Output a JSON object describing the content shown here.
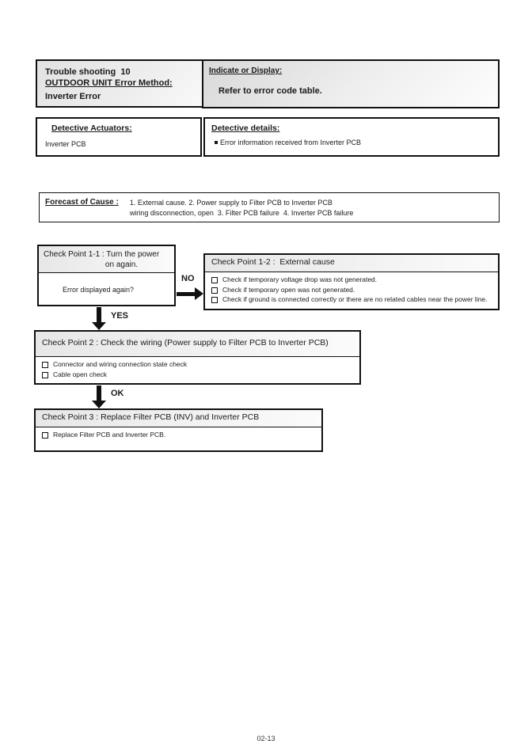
{
  "header": {
    "title_box": {
      "line1": "Trouble shooting  10",
      "line2": "OUTDOOR UNIT Error Method:",
      "line3": "Inverter Error"
    },
    "indicate_box": {
      "label": "Indicate or Display:",
      "text": "Refer to error code table."
    },
    "actuators_box": {
      "label": "Detective Actuators:",
      "value": "Inverter PCB"
    },
    "details_box": {
      "label": "Detective details:",
      "item": "Error information received from Inverter PCB"
    }
  },
  "forecast": {
    "label": "Forecast of Cause :",
    "line1": "1. External cause. 2. Power supply to Filter PCB to Inverter PCB",
    "line2": "wiring disconnection, open  3. Filter PCB failure  4. Inverter PCB failure"
  },
  "flow": {
    "cp11": {
      "header_line1": "Check Point 1-1 : Turn the power",
      "header_line2": "on again.",
      "question": "Error displayed again?"
    },
    "no_label": "NO",
    "yes_label": "YES",
    "ok_label": "OK",
    "cp12": {
      "header": "Check Point 1-2 :  External cause",
      "items": [
        "Check if temporary voltage drop was not generated.",
        "Check if temporary open was not generated.",
        "Check if ground is connected correctly or there are no related cables near the power line."
      ]
    },
    "cp2": {
      "header": "Check Point 2 : Check the wiring (Power supply to Filter PCB to Inverter PCB)",
      "items": [
        "Connector and wiring connection state check",
        "Cable open check"
      ]
    },
    "cp3": {
      "header": "Check Point 3 : Replace Filter PCB (INV) and Inverter PCB",
      "items": [
        "Replace Filter PCB and Inverter PCB."
      ]
    }
  },
  "footer": {
    "page_number": "02-13"
  }
}
